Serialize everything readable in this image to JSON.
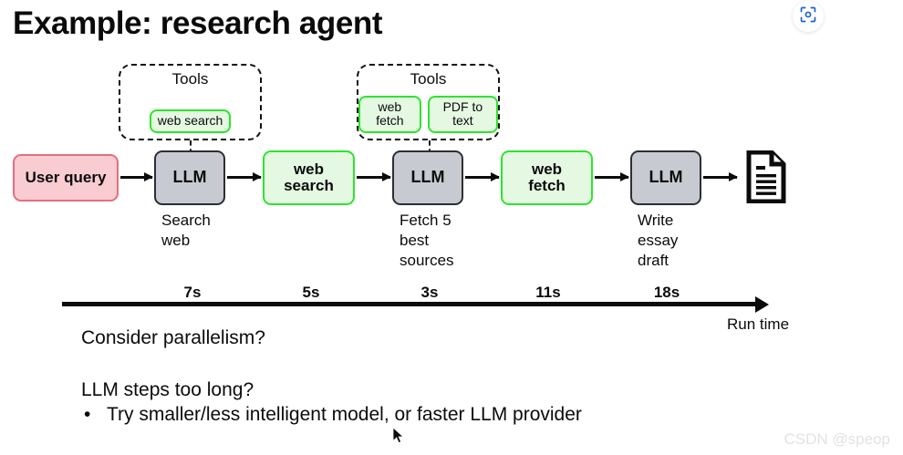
{
  "slide": {
    "title": "Example: research agent",
    "watermark": "CSDN @speop"
  },
  "header": {
    "scan_icon": "scan-lens-icon",
    "scan_icon_color": "#1a62c8"
  },
  "colors": {
    "user_fill": "#f9ccd2",
    "user_border": "#e2707f",
    "llm_fill": "#c7cbd1",
    "llm_border": "#2b2f33",
    "tool_fill": "#e4f8e2",
    "tool_border": "#2ee42e",
    "line": "#0b0b0b",
    "watermark": "#e2e2e2"
  },
  "pipeline": {
    "nodes": [
      {
        "id": "user-query",
        "label": "User query",
        "type": "user"
      },
      {
        "id": "llm-1",
        "label": "LLM",
        "type": "llm",
        "caption": "Search\nweb"
      },
      {
        "id": "web-search",
        "label": "web\nsearch",
        "type": "tool"
      },
      {
        "id": "llm-2",
        "label": "LLM",
        "type": "llm",
        "caption": "Fetch 5\nbest\nsources"
      },
      {
        "id": "web-fetch",
        "label": "web\nfetch",
        "type": "tool"
      },
      {
        "id": "llm-3",
        "label": "LLM",
        "type": "llm",
        "caption": "Write\nessay\ndraft"
      },
      {
        "id": "output-document",
        "label": "document-icon",
        "type": "icon"
      }
    ]
  },
  "tool_groups": [
    {
      "id": "tools-group-1",
      "caption": "Tools",
      "chips": [
        "web\nsearch"
      ]
    },
    {
      "id": "tools-group-2",
      "caption": "Tools",
      "chips": [
        "web\nfetch",
        "PDF to\ntext"
      ]
    }
  ],
  "timeline": {
    "axis_label": "Run time",
    "ticks": [
      "7s",
      "5s",
      "3s",
      "11s",
      "18s"
    ]
  },
  "notes": {
    "line1": "Consider parallelism?",
    "line2": "LLM steps too long?",
    "bullet_marker": "•",
    "bullet1": "Try smaller/less intelligent model, or faster LLM provider"
  },
  "chart_data": {
    "type": "bar",
    "title": "Example: research agent",
    "categories": [
      "Search web (LLM)",
      "web search",
      "Fetch 5 best sources (LLM)",
      "web fetch",
      "Write essay draft (LLM)"
    ],
    "values": [
      7,
      5,
      3,
      11,
      18
    ],
    "xlabel": "Run time",
    "ylabel": "seconds",
    "grid": false,
    "legend": "none"
  }
}
